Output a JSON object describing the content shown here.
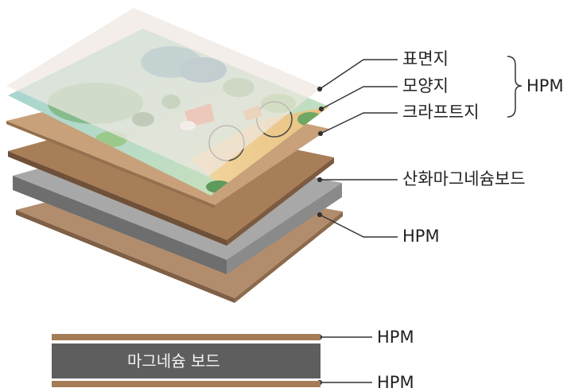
{
  "labels": {
    "surface_paper": "표면지",
    "pattern_paper": "모양지",
    "kraft_paper": "크라프트지",
    "hpm_group": "HPM",
    "mgo_board": "산화마그네슘보드",
    "hpm_bottom": "HPM"
  },
  "cross_section": {
    "board_label": "마그네슘 보드",
    "hpm_top": "HPM",
    "hpm_bottom": "HPM"
  },
  "colors": {
    "surface": "#efe9e3",
    "kraft": "#b88f67",
    "board_side": "#8e8e8e",
    "board_top": "#a9a9a9",
    "board_dark": "#5e5e5e",
    "leader": "#333333"
  }
}
